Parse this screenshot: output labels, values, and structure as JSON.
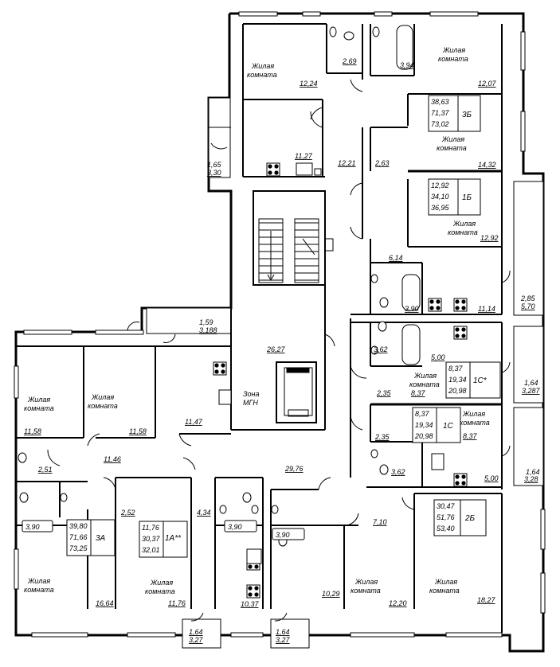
{
  "room_label": "Жилая комната",
  "room_label_lines": [
    "Жилая",
    "комната"
  ],
  "zone_label_lines": [
    "Зона",
    "МГН"
  ],
  "rooms": [
    {
      "id": "r1",
      "area": "12,24"
    },
    {
      "id": "r2",
      "area": "12,07"
    },
    {
      "id": "r3",
      "area": "14,32"
    },
    {
      "id": "r4",
      "area": "12,92"
    },
    {
      "id": "r5",
      "area": "11,58"
    },
    {
      "id": "r6",
      "area": "11,58"
    },
    {
      "id": "r7",
      "area": "8,37"
    },
    {
      "id": "r8",
      "area": "8,37"
    },
    {
      "id": "r9",
      "area": "16,64"
    },
    {
      "id": "r10",
      "area": "11,76"
    },
    {
      "id": "r11",
      "area": "10,29"
    },
    {
      "id": "r12",
      "area": "12,20"
    },
    {
      "id": "r13",
      "area": "18,27"
    }
  ],
  "areas": {
    "bath_2_69": "2,69",
    "bath_3_94": "3,94",
    "kitchen_11_27": "11,27",
    "hall_12_21": "12,21",
    "hall_2_63": "2,63",
    "balc_1_65": "1,65",
    "balc_3_30": "3,30",
    "hall_6_14": "6,14",
    "bath_3_90a": "3,90",
    "kitchen_11_14": "11,14",
    "balc_2_85": "2,85",
    "balc_5_70": "5,70",
    "balc_1_59": "1,59",
    "balc_3_188": "3,188",
    "lobby_26_27": "26,27",
    "hall_3_62a": "3,62",
    "kitchen_5_00a": "5,00",
    "hall_2_35a": "2,35",
    "balc_1_64a": "1,64",
    "balc_3_287": "3,287",
    "kitchen_11_47": "11,47",
    "hall_11_46": "11,46",
    "corr_29_76": "29,76",
    "hall_2_35b": "2,35",
    "bath_3_62b": "3,62",
    "kitchen_5_00b": "5,00",
    "balc_1_64b": "1,64",
    "balc_3_28": "3,28",
    "bath_2_51": "2,51",
    "hall_2_52": "2,52",
    "hall_4_34": "4,34",
    "bath_3_90b": "3,90",
    "bath_3_90c": "3,90",
    "bath_3_90d": "3,90",
    "hall_7_10": "7,10",
    "kitchen_10_37": "10,37",
    "balc_1_64c": "1,64",
    "balc_3_27a": "3,27",
    "balc_1_64d": "1,64",
    "balc_3_27b": "3,27"
  },
  "apartments": [
    {
      "id": "3b",
      "lines": [
        "38,63",
        "71,37",
        "73,02"
      ],
      "code": "3Б"
    },
    {
      "id": "1b",
      "lines": [
        "12,92",
        "34,10",
        "36,95"
      ],
      "code": "1Б"
    },
    {
      "id": "1c_star",
      "lines": [
        "8,37",
        "19,34",
        "20,98"
      ],
      "code": "1С*"
    },
    {
      "id": "1c",
      "lines": [
        "8,37",
        "19,34",
        "20,98"
      ],
      "code": "1С"
    },
    {
      "id": "2b",
      "lines": [
        "30,47",
        "51,76",
        "53,40"
      ],
      "code": "2Б"
    },
    {
      "id": "3a",
      "lines": [
        "39,80",
        "71,66",
        "73,25"
      ],
      "code": "3А"
    },
    {
      "id": "1a",
      "lines": [
        "11,76",
        "30,37",
        "32,01"
      ],
      "code": "1А**"
    }
  ]
}
